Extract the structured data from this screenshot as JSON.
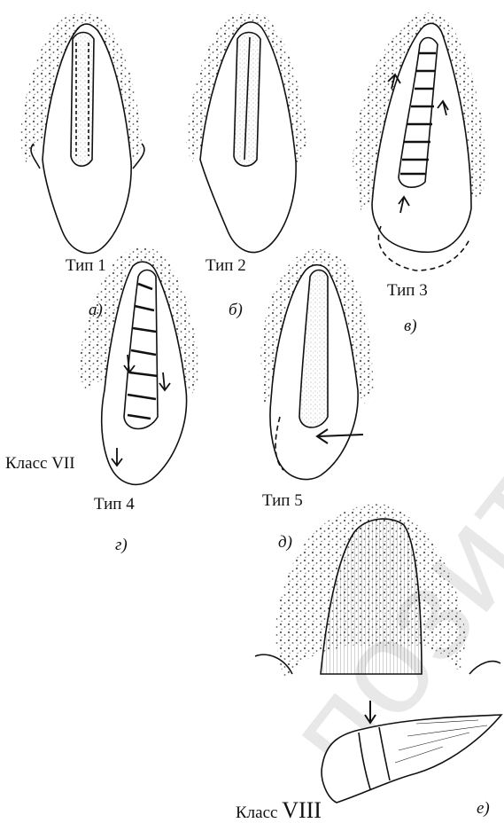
{
  "labels": {
    "type1": "Тип 1",
    "type2": "Тип 2",
    "type3": "Тип 3",
    "type4": "Тип 4",
    "type5": "Тип 5",
    "class7": "Класс VII",
    "class8_prefix": "Класс ",
    "class8_numeral": "VIII"
  },
  "subfigures": {
    "a": "а)",
    "b": "б)",
    "v": "в)",
    "g": "г)",
    "d": "д)",
    "e": "е)"
  },
  "watermark": {
    "text": "позитории Бар",
    "color": "#e6e6e6"
  },
  "colors": {
    "ink": "#111111",
    "bone_dots": "#555555"
  }
}
